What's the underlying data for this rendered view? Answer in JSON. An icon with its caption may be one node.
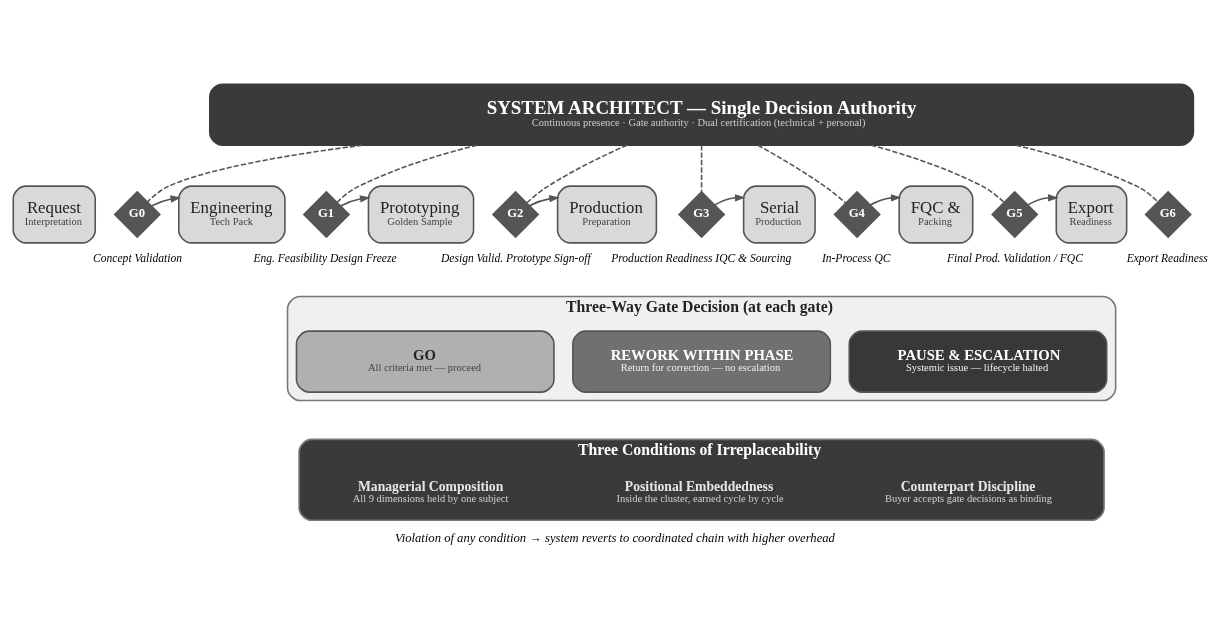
{
  "diagram": {
    "caption": "Violation of any condition → system reverts to coordinated chain with higher overhead",
    "nodes": [
      {
        "text": [
          "SYSTEM ARCHITECT — Single Decision Authority",
          "Continuous presence · Gate authority · Dual certification (technical + personal)"
        ]
      },
      {
        "text": [
          "Request",
          "Interpretation"
        ]
      },
      {
        "text": [
          "G0"
        ],
        "beside": [
          "Concept Validation"
        ]
      },
      {
        "text": [
          "Engineering",
          "Tech Pack"
        ]
      },
      {
        "text": [
          "G1"
        ],
        "beside": [
          "Eng. Feasibility Design Freeze"
        ]
      },
      {
        "text": [
          "Prototyping",
          "Golden Sample"
        ]
      },
      {
        "text": [
          "G2"
        ],
        "beside": [
          "Design Valid. Prototype Sign-off"
        ]
      },
      {
        "text": [
          "Production",
          "Preparation"
        ]
      },
      {
        "text": [
          "G3"
        ],
        "beside": [
          "Production Readiness IQC & Sourcing"
        ]
      },
      {
        "text": [
          "Serial",
          "Production"
        ]
      },
      {
        "text": [
          "G4"
        ],
        "beside": [
          "In-Process QC"
        ]
      },
      {
        "text": [
          "FQC &",
          "Packing"
        ]
      },
      {
        "text": [
          "G5"
        ],
        "beside": [
          "Final Prod. Validation / FQC"
        ]
      },
      {
        "text": [
          "Export",
          "Readiness"
        ]
      },
      {
        "text": [
          "G6"
        ],
        "beside": [
          "Export Readiness"
        ]
      },
      {
        "text": [
          "Three-Way Gate Decision (at each gate)"
        ]
      },
      {
        "text": [
          "GO",
          "All criteria met — proceed"
        ],
        "in": 15
      },
      {
        "text": [
          "REWORK WITHIN PHASE",
          "Return for correction — no escalation"
        ],
        "in": 15
      },
      {
        "text": [
          "PAUSE & ESCALATION",
          "Systemic issue — lifecycle halted"
        ],
        "in": 15
      },
      {
        "text": [
          "Three Conditions of Irreplaceability"
        ]
      },
      {
        "text": [
          "Managerial Composition",
          "All 9 dimensions held by one subject"
        ],
        "in": 19
      },
      {
        "text": [
          "Positional Embeddedness",
          "Inside the cluster, earned cycle by cycle"
        ],
        "in": 19
      },
      {
        "text": [
          "Counterpart Discipline",
          "Buyer accepts gate decisions as binding"
        ],
        "in": 19
      }
    ],
    "edges": [
      {
        "from": 0,
        "to": 2,
        "arrow": "none",
        "style": "dashed"
      },
      {
        "from": 0,
        "to": 4,
        "arrow": "none",
        "style": "dashed"
      },
      {
        "from": 0,
        "to": 6,
        "arrow": "none",
        "style": "dashed"
      },
      {
        "from": 0,
        "to": 8,
        "arrow": "none",
        "style": "dashed"
      },
      {
        "from": 0,
        "to": 10,
        "arrow": "none",
        "style": "dashed"
      },
      {
        "from": 0,
        "to": 12,
        "arrow": "none",
        "style": "dashed"
      },
      {
        "from": 0,
        "to": 14,
        "arrow": "none",
        "style": "dashed"
      },
      {
        "from": 2,
        "to": 3,
        "arrow": "to"
      },
      {
        "from": 4,
        "to": 5,
        "arrow": "to"
      },
      {
        "from": 6,
        "to": 7,
        "arrow": "to"
      },
      {
        "from": 8,
        "to": 9,
        "arrow": "to"
      },
      {
        "from": 10,
        "to": 11,
        "arrow": "to"
      },
      {
        "from": 12,
        "to": 13,
        "arrow": "to"
      }
    ]
  }
}
